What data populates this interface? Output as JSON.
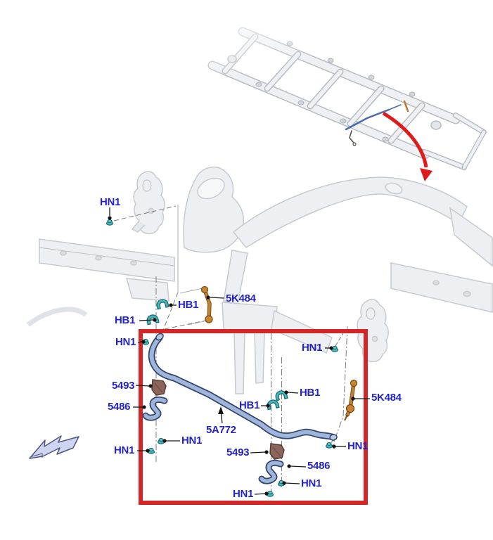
{
  "figure": {
    "description": "Exploded parts diagram of rear stabilizer bar assembly with frame locator view",
    "highlight_box_color": "#d42626",
    "label_color": "#2424c4",
    "part_colors": {
      "stabilizer_bar": "#9fb6da",
      "bushing": "#8b655c",
      "nut_clip_teal": "#45b7bf",
      "link_orange": "#c08233",
      "locator_arrow_red": "#e01b1b",
      "direction_arrow_fill": "#cdd5f1"
    }
  },
  "callouts": [
    {
      "id": "hn1-top-left",
      "text": "HN1"
    },
    {
      "id": "hb1-left-upper",
      "text": "HB1"
    },
    {
      "id": "5k484-upper",
      "text": "5K484"
    },
    {
      "id": "hb1-left-lower",
      "text": "HB1"
    },
    {
      "id": "hn1-left-upper",
      "text": "HN1"
    },
    {
      "id": "hn1-right-upper",
      "text": "HN1"
    },
    {
      "id": "5493-left",
      "text": "5493"
    },
    {
      "id": "hb1-center-right",
      "text": "HB1"
    },
    {
      "id": "hb1-center-left",
      "text": "HB1"
    },
    {
      "id": "5486-left",
      "text": "5486"
    },
    {
      "id": "5k484-right",
      "text": "5K484"
    },
    {
      "id": "5a772-bar",
      "text": "5A772"
    },
    {
      "id": "hn1-mid-inner",
      "text": "HN1"
    },
    {
      "id": "hn1-mid-left",
      "text": "HN1"
    },
    {
      "id": "5493-center",
      "text": "5493"
    },
    {
      "id": "hn1-right-mid",
      "text": "HN1"
    },
    {
      "id": "5486-center",
      "text": "5486"
    },
    {
      "id": "hn1-bottom-inner",
      "text": "HN1"
    },
    {
      "id": "hn1-bottom",
      "text": "HN1"
    }
  ]
}
